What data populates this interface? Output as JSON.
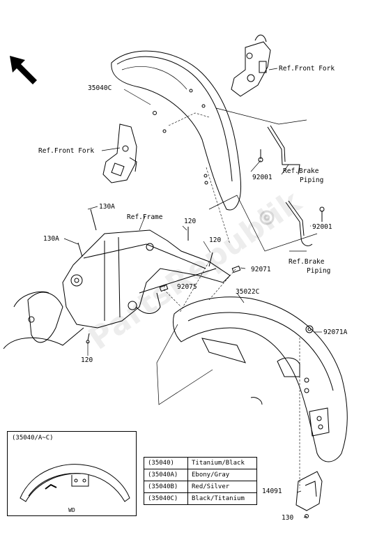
{
  "callouts": {
    "fender_front": "35040C",
    "ref_front_fork_right": "Ref.Front Fork",
    "ref_front_fork_left": "Ref.Front Fork",
    "bolt_92001_a": "92001",
    "ref_brake_piping_a_1": "Ref.Brake",
    "ref_brake_piping_a_2": "Piping",
    "bolt_130a_top": "130A",
    "bolt_130a_left": "130A",
    "ref_frame": "Ref.Frame",
    "bolt_120_a": "120",
    "bolt_120_b": "120",
    "bolt_92001_b": "92001",
    "ref_brake_piping_b_1": "Ref.Brake",
    "ref_brake_piping_b_2": "Piping",
    "clip_92071": "92071",
    "damper_92075": "92075",
    "fender_rear": "35022C",
    "grommet_92071a": "92071A",
    "bolt_120_c": "120",
    "bracket_14091": "14091",
    "bolt_130": "130"
  },
  "inset": {
    "title": "(35040/A~C)",
    "caption": "WD"
  },
  "color_table": [
    {
      "code": "(35040)",
      "color": "Titanium/Black"
    },
    {
      "code": "(35040A)",
      "color": "Ebony/Gray"
    },
    {
      "code": "(35040B)",
      "color": "Red/Silver"
    },
    {
      "code": "(35040C)",
      "color": "Black/Titanium"
    }
  ],
  "watermark": "PartsRepublik",
  "icons": {
    "direction_arrow": "arrow-up-left-icon",
    "watermark_gear": "gear-icon"
  }
}
